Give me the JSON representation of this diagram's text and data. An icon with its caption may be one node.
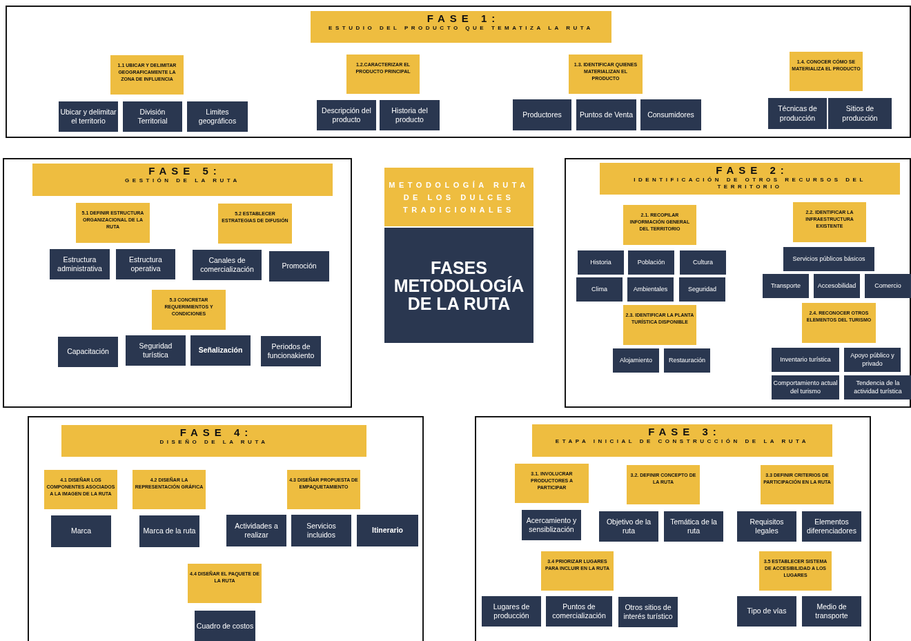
{
  "diagram": {
    "nodes": [
      {
        "text": [],
        "shape": "box"
      },
      {
        "text": [
          "FASE 1:",
          "ESTUDIO DEL PRODUCTO QUE TEMATIZA LA RUTA"
        ],
        "in": 0
      },
      {
        "text": [
          "1.1 UBICAR Y DELIMITAR GEOGRAFICAMENTE LA ZONA DE INFLUENCIA"
        ],
        "in": 0
      },
      {
        "text": [
          "Ubicar y delimitar el territorio"
        ],
        "in": 0
      },
      {
        "text": [
          "División Territorial"
        ],
        "in": 0
      },
      {
        "text": [
          "Limites geográficos"
        ],
        "in": 0
      },
      {
        "text": [
          "1.2.CARACTERIZAR EL PRODUCTO PRINCIPAL"
        ],
        "in": 0
      },
      {
        "text": [
          "Descripción del producto"
        ],
        "in": 0
      },
      {
        "text": [
          "Historia del producto"
        ],
        "in": 0
      },
      {
        "text": [
          "1.3. IDENTIFICAR QUIENES MATERIALIZAN EL PRODUCTO"
        ],
        "in": 0
      },
      {
        "text": [
          "Productores"
        ],
        "in": 0
      },
      {
        "text": [
          "Puntos de Venta"
        ],
        "in": 0
      },
      {
        "text": [
          "Consumidores"
        ],
        "in": 0
      },
      {
        "text": [
          "1.4. CONOCER CÓMO SE MATERIALIZA EL PRODUCTO"
        ],
        "in": 0
      },
      {
        "text": [
          "Técnicas de producción"
        ],
        "in": 0
      },
      {
        "text": [
          "Sitios de producción"
        ],
        "in": 0
      },
      {
        "text": [],
        "shape": "box"
      },
      {
        "text": [
          "FASE 5:",
          "GESTIÓN DE LA RUTA"
        ],
        "in": 16
      },
      {
        "text": [
          "5.1 DEFINIR ESTRUCTURA ORGANIZACIONAL DE LA RUTA"
        ],
        "in": 16
      },
      {
        "text": [
          "Estructura administrativa"
        ],
        "in": 16
      },
      {
        "text": [
          "Estructura operativa"
        ],
        "in": 16
      },
      {
        "text": [
          "5.2 ESTABLECER ESTRATEGIAS DE DIFUSIÓN"
        ],
        "in": 16
      },
      {
        "text": [
          "Canales de comercialización"
        ],
        "in": 16
      },
      {
        "text": [
          "Promoción"
        ],
        "in": 16
      },
      {
        "text": [
          "5.3 CONCRETAR REQUERIMIENTOS Y CONDICIONES"
        ],
        "in": 16
      },
      {
        "text": [
          "Capacitación"
        ],
        "in": 16
      },
      {
        "text": [
          "Seguridad turística"
        ],
        "in": 16
      },
      {
        "text": [
          "Señalización"
        ],
        "in": 16
      },
      {
        "text": [
          "Periodos de funcionakiento"
        ],
        "in": 16
      },
      {
        "text": [
          "METODOLOGÍA RUTA DE LOS DULCES TRADICIONALES"
        ]
      },
      {
        "text": [
          "FASES METODOLOGÍA DE LA RUTA"
        ]
      },
      {
        "text": [],
        "shape": "box"
      },
      {
        "text": [
          "FASE 2:",
          "IDENTIFICACIÓN DE OTROS RECURSOS DEL TERRITORIO"
        ],
        "in": 31
      },
      {
        "text": [
          "2.1. RECOPILAR INFORMACIÓN GENERAL DEL TERRITORIO"
        ],
        "in": 31
      },
      {
        "text": [
          "Historia"
        ],
        "in": 31
      },
      {
        "text": [
          "Población"
        ],
        "in": 31
      },
      {
        "text": [
          "Cultura"
        ],
        "in": 31
      },
      {
        "text": [
          "Clima"
        ],
        "in": 31
      },
      {
        "text": [
          "Ambientales"
        ],
        "in": 31
      },
      {
        "text": [
          "Seguridad"
        ],
        "in": 31
      },
      {
        "text": [
          "2.2. IDENTIFICAR LA INFRAESTRUCTURA EXISTENTE"
        ],
        "in": 31
      },
      {
        "text": [
          "Servicios públicos básicos"
        ],
        "in": 31
      },
      {
        "text": [
          "Transporte"
        ],
        "in": 31
      },
      {
        "text": [
          "Accesobilidad"
        ],
        "in": 31
      },
      {
        "text": [
          "Comercio"
        ],
        "in": 31
      },
      {
        "text": [
          "2.3. IDENTIFICAR LA PLANTA TURÍSTICA DISPONIBLE"
        ],
        "in": 31
      },
      {
        "text": [
          "2.4. RECONOCER OTROS ELEMENTOS DEL TURISMO"
        ],
        "in": 31
      },
      {
        "text": [
          "Alojamiento"
        ],
        "in": 31
      },
      {
        "text": [
          "Restauración"
        ],
        "in": 31
      },
      {
        "text": [
          "Inventario turística"
        ],
        "in": 31
      },
      {
        "text": [
          "Apoyo público y privado"
        ],
        "in": 31
      },
      {
        "text": [
          "Comportamiento actual del turismo"
        ],
        "in": 31
      },
      {
        "text": [
          "Tendencia de la actividad turística"
        ],
        "in": 31
      },
      {
        "text": [],
        "shape": "box"
      },
      {
        "text": [
          "FASE 4:",
          "DISEÑO DE LA RUTA"
        ],
        "in": 53
      },
      {
        "text": [
          "4.1 DISEÑAR LOS COMPONENTES ASOCIADOS A LA IMAGEN DE LA RUTA"
        ],
        "in": 53
      },
      {
        "text": [
          "Marca"
        ],
        "in": 53
      },
      {
        "text": [
          "4.2 DISEÑAR LA REPRESENTACIÓN GRÁFICA"
        ],
        "in": 53
      },
      {
        "text": [
          "Marca de la ruta"
        ],
        "in": 53
      },
      {
        "text": [
          "4.3 DISEÑAR PROPUESTA DE EMPAQUETAMIENTO"
        ],
        "in": 53
      },
      {
        "text": [
          "Actividades a realizar"
        ],
        "in": 53
      },
      {
        "text": [
          "Servicios incluidos"
        ],
        "in": 53
      },
      {
        "text": [
          "Itinerario"
        ],
        "in": 53
      },
      {
        "text": [
          "4.4 DISEÑAR EL PAQUETE DE LA RUTA"
        ],
        "in": 53
      },
      {
        "text": [
          "Cuadro de costos"
        ],
        "in": 53
      },
      {
        "text": [],
        "shape": "box"
      },
      {
        "text": [
          "FASE 3:",
          "ETAPA INICIAL DE CONSTRUCCIÓN DE LA RUTA"
        ],
        "in": 65
      },
      {
        "text": [
          "3.1. INVOLUCRAR PRODUCTORES A PARTICIPAR"
        ],
        "in": 65
      },
      {
        "text": [
          "Acercamiento y sensiblización"
        ],
        "in": 65
      },
      {
        "text": [
          "3.2. DEFINIR CONCEPTO DE LA RUTA"
        ],
        "in": 65
      },
      {
        "text": [
          "Objetivo de la ruta"
        ],
        "in": 65
      },
      {
        "text": [
          "Temática de la ruta"
        ],
        "in": 65
      },
      {
        "text": [
          "3.3 DEFINIR CRITERIOS DE PARTICIPACIÓN EN LA RUTA"
        ],
        "in": 65
      },
      {
        "text": [
          "Requisitos legales"
        ],
        "in": 65
      },
      {
        "text": [
          "Elementos diferenciadores"
        ],
        "in": 65
      },
      {
        "text": [
          "3.4 PRIORIZAR LUGARES PARA INCLUIR EN LA RUTA"
        ],
        "in": 65
      },
      {
        "text": [
          "Lugares de producción"
        ],
        "in": 65
      },
      {
        "text": [
          "Puntos de comercialización"
        ],
        "in": 65
      },
      {
        "text": [
          "Otros sitios de interés turístico"
        ],
        "in": 65
      },
      {
        "text": [
          "3.5 ESTABLECER SISTEMA DE ACCESIBILIDAD A LOS LUGARES"
        ],
        "in": 65
      },
      {
        "text": [
          "Tipo de vías"
        ],
        "in": 65
      },
      {
        "text": [
          "Medio de transporte"
        ],
        "in": 65
      }
    ]
  }
}
